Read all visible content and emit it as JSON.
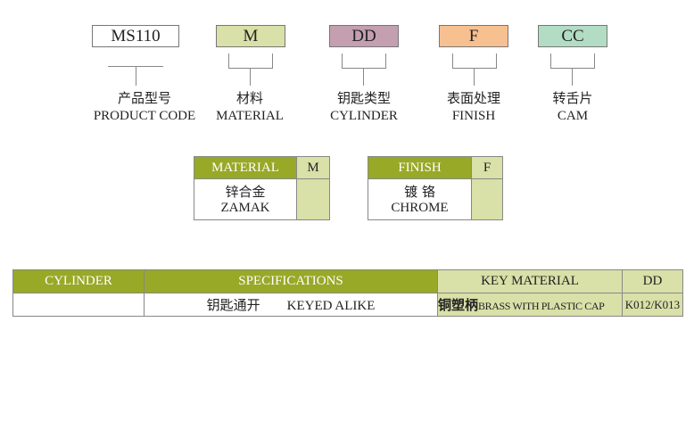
{
  "codes": [
    {
      "value": "MS110",
      "cn": "产品型号",
      "en": "PRODUCT CODE",
      "color": "#ffffff"
    },
    {
      "value": "M",
      "cn": "材料",
      "en": "MATERIAL",
      "color": "#d9e0a8"
    },
    {
      "value": "DD",
      "cn": "钥匙类型",
      "en": "CYLINDER",
      "color": "#c39fb0"
    },
    {
      "value": "F",
      "cn": "表面处理",
      "en": "FINISH",
      "color": "#f7c090"
    },
    {
      "value": "CC",
      "cn": "转舌片",
      "en": "CAM",
      "color": "#b2dcc4"
    }
  ],
  "material_table": {
    "header": "MATERIAL",
    "code": "M",
    "cn": "锌合金",
    "en": "ZAMAK"
  },
  "finish_table": {
    "header": "FINISH",
    "code": "F",
    "cn": "镀 铬",
    "en": "CHROME"
  },
  "cylinder_table": {
    "headers": [
      "CYLINDER",
      "SPECIFICATIONS",
      "KEY MATERIAL",
      "DD"
    ],
    "row": {
      "cylinder": "",
      "spec_cn": "钥匙通开",
      "spec_en": "KEYED ALIKE",
      "key_cn": "铜塑柄",
      "key_en": "BRASS WITH PLASTIC CAP",
      "dd": "K012/K013"
    }
  }
}
